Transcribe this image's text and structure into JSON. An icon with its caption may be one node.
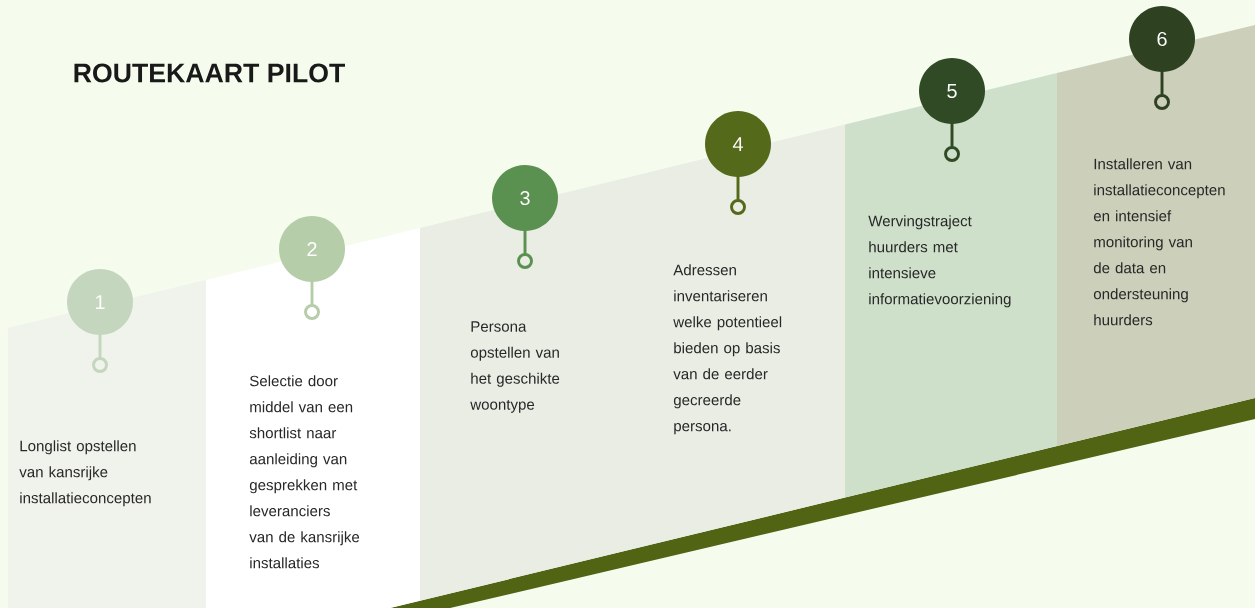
{
  "diagram": {
    "title": "ROUTEKAART PILOT",
    "nodes": [
      {
        "text": [
          "Longlist opstellen van kansrijke installatieconcepten"
        ]
      },
      {
        "text": [
          "1"
        ]
      },
      {
        "text": [
          "Selectie door middel van een shortlist naar aanleiding van gesprekken met leveranciers van de kansrijke installaties"
        ]
      },
      {
        "text": [
          "2"
        ]
      },
      {
        "text": [
          "Persona opstellen van het geschikte woontype"
        ]
      },
      {
        "text": [
          "3"
        ]
      },
      {
        "text": [
          "Adressen inventariseren welke potentieel bieden op basis van de eerder gecreerde persona."
        ]
      },
      {
        "text": [
          "4"
        ]
      },
      {
        "text": [
          "Wervingstraject huurders met intensieve informatievoorziening"
        ]
      },
      {
        "text": [
          "5"
        ]
      },
      {
        "text": [
          "Installeren van installatieconcepten en intensief monitoring van de data en ondersteuning huurders"
        ]
      },
      {
        "text": [
          "6"
        ]
      }
    ]
  }
}
